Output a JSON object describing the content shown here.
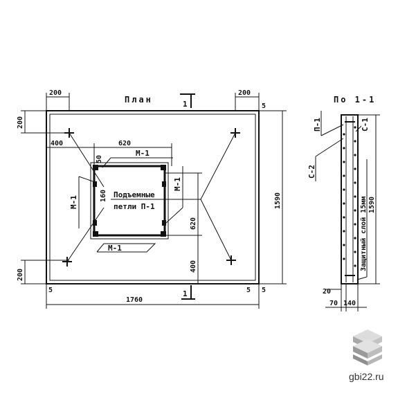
{
  "drawing": {
    "plan_title": "План",
    "section_title": "По 1-1",
    "section_mark": "1",
    "section_mark_lower": "1",
    "loops_label_1": "Подъемные",
    "loops_label_2": "петли П-1",
    "cover_label": "Защитный слой 15мм",
    "marks": {
      "m1": "М-1",
      "p1": "П-1",
      "s1": "С-1",
      "s2": "С-2"
    },
    "dims": {
      "d200": "200",
      "d620": "620",
      "d400": "400",
      "d50": "50",
      "d160": "160",
      "d1590": "1590",
      "d1760": "1760",
      "d5": "5",
      "d20": "20",
      "d70": "70",
      "d140": "140"
    }
  },
  "watermark": {
    "site": "gbi22.ru",
    "logo_icon": "stacked-slabs-icon"
  },
  "colors": {
    "ink": "#111111",
    "background": "#ffffff",
    "logo_top": "#d9d9d9",
    "logo_side": "#9a9a9a"
  }
}
